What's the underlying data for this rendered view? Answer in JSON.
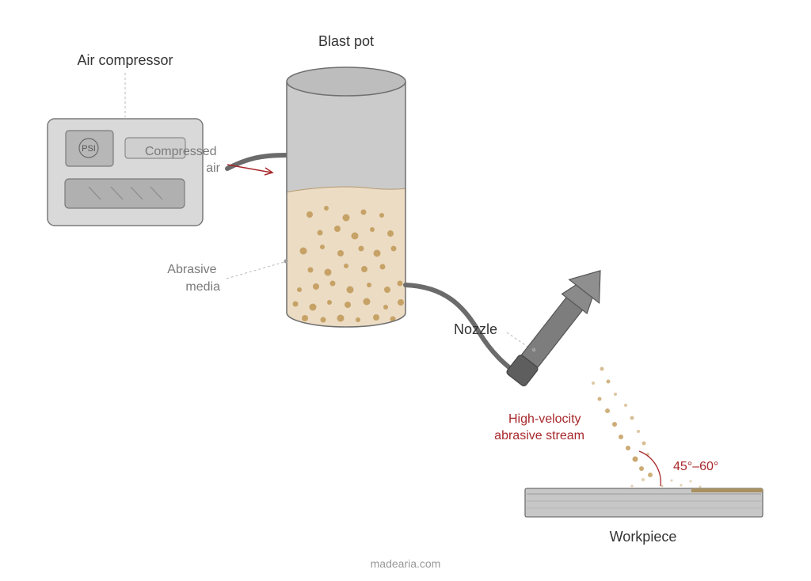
{
  "labels": {
    "air_compressor": "Air compressor",
    "blast_pot": "Blast pot",
    "compressed_air_line1": "Compressed",
    "compressed_air_line2": "air",
    "psi": "PSI",
    "abrasive_media_line1": "Abrasive",
    "abrasive_media_line2": "media",
    "nozzle": "Nozzle",
    "stream_line1": "High-velocity",
    "stream_line2": "abrasive stream",
    "angle": "45°–60°",
    "workpiece": "Workpiece",
    "watermark": "madearia.com"
  },
  "colors": {
    "accent_red": "#a8282c",
    "media_fill": "#ecdcc4",
    "particle": "#c6a266",
    "machine_grey": "#d8d8d8",
    "dark_grey": "#6a6a6a"
  }
}
